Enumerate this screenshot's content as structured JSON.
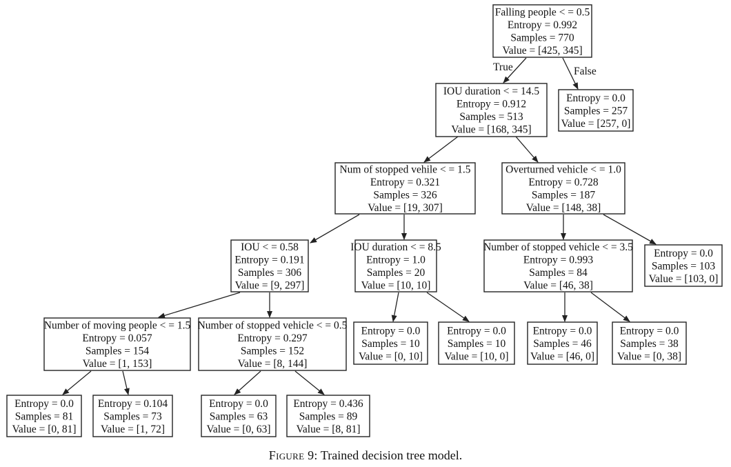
{
  "caption": {
    "prefix": "Figure 9:",
    "text": " Trained decision tree model."
  },
  "edge_labels": {
    "true": "True",
    "false": "False"
  },
  "nodes": {
    "root": [
      "Falling people < = 0.5",
      "Entropy = 0.992",
      "Samples = 770",
      "Value = [425, 345]"
    ],
    "f": [
      "Entropy = 0.0",
      "Samples = 257",
      "Value = [257, 0]"
    ],
    "l1": [
      "IOU duration < = 14.5",
      "Entropy = 0.912",
      "Samples = 513",
      "Value = [168, 345]"
    ],
    "l2a": [
      "Num of stopped vehile < = 1.5",
      "Entropy = 0.321",
      "Samples = 326",
      "Value = [19, 307]"
    ],
    "l2b": [
      "Overturned vehicle < = 1.0",
      "Entropy = 0.728",
      "Samples = 187",
      "Value = [148, 38]"
    ],
    "l3a": [
      "IOU < = 0.58",
      "Entropy = 0.191",
      "Samples = 306",
      "Value = [9, 297]"
    ],
    "l3b": [
      "IOU duration < = 8.5",
      "Entropy = 1.0",
      "Samples = 20",
      "Value = [10, 10]"
    ],
    "l3c": [
      "Number of stopped vehicle < = 3.5",
      "Entropy = 0.993",
      "Samples = 84",
      "Value = [46, 38]"
    ],
    "l3d": [
      "Entropy = 0.0",
      "Samples = 103",
      "Value = [103, 0]"
    ],
    "l4a": [
      "Number of moving people < = 1.5",
      "Entropy = 0.057",
      "Samples = 154",
      "Value = [1, 153]"
    ],
    "l4b": [
      "Number of stopped vehicle < = 0.5",
      "Entropy = 0.297",
      "Samples = 152",
      "Value = [8, 144]"
    ],
    "l4c": [
      "Entropy = 0.0",
      "Samples = 10",
      "Value = [0, 10]"
    ],
    "l4d": [
      "Entropy = 0.0",
      "Samples = 10",
      "Value = [10, 0]"
    ],
    "l4e": [
      "Entropy = 0.0",
      "Samples = 46",
      "Value = [46, 0]"
    ],
    "l4f": [
      "Entropy = 0.0",
      "Samples = 38",
      "Value = [0, 38]"
    ],
    "l5a": [
      "Entropy = 0.0",
      "Samples = 81",
      "Value = [0, 81]"
    ],
    "l5b": [
      "Entropy = 0.104",
      "Samples = 73",
      "Value = [1, 72]"
    ],
    "l5c": [
      "Entropy = 0.0",
      "Samples = 63",
      "Value = [0, 63]"
    ],
    "l5d": [
      "Entropy = 0.436",
      "Samples = 89",
      "Value = [8, 81]"
    ]
  }
}
